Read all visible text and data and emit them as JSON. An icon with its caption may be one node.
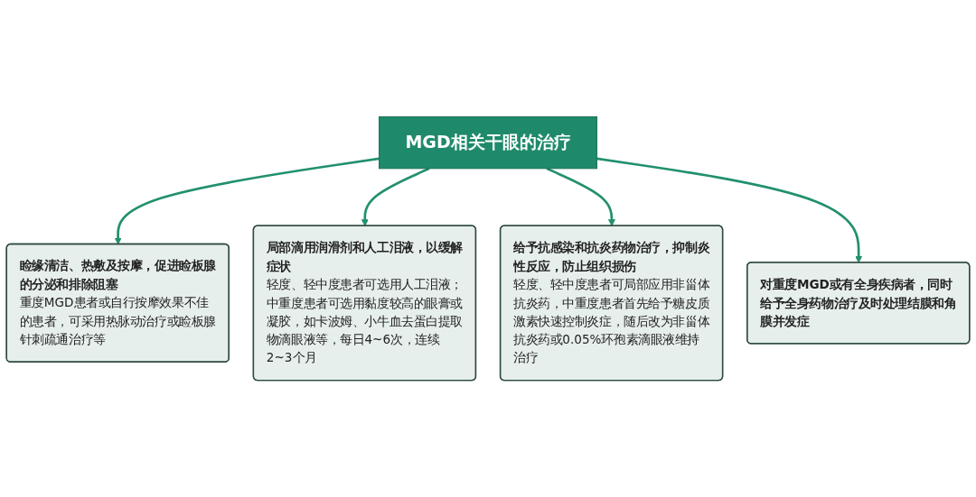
{
  "diagram": {
    "nodes": [
      {
        "text": [
          "睑缘清洁、热敷及按摩，促进睑板腺的分泌和排除阻塞",
          "重度MGD患者或自行按摩效果不佳的患者，可采用热脉动治疗或睑板腺针刺疏通治疗等"
        ]
      },
      {
        "text": [
          "局部滴用润滑剂和人工泪液，以缓解症状",
          "轻度、轻中度患者可选用人工泪液；中重度患者可选用黏度较高的眼膏或凝胶，如卡波姆、小牛血去蛋白提取物滴眼液等，每日4~6次，连续2~3个月"
        ]
      },
      {
        "text": [
          "MGD相关干眼的治疗"
        ]
      },
      {
        "text": [
          "给予抗感染和抗炎药物治疗，抑制炎性反应，防止组织损伤",
          "轻度、轻中度患者可局部应用非甾体抗炎药，中重度患者首先给予糖皮质激素快速控制炎症，随后改为非甾体抗炎药或0.05%环孢素滴眼液维持治疗"
        ]
      },
      {
        "text": [
          "对重度MGD或有全身疾病者，同时给予全身药物治疗及时处理结膜和角膜并发症"
        ]
      }
    ],
    "edges": [
      {
        "from": 2,
        "to": 0,
        "arrow": "to"
      },
      {
        "from": 2,
        "to": 1,
        "arrow": "to"
      },
      {
        "from": 2,
        "to": 3,
        "arrow": "to"
      },
      {
        "from": 2,
        "to": 4,
        "arrow": "to"
      }
    ]
  }
}
